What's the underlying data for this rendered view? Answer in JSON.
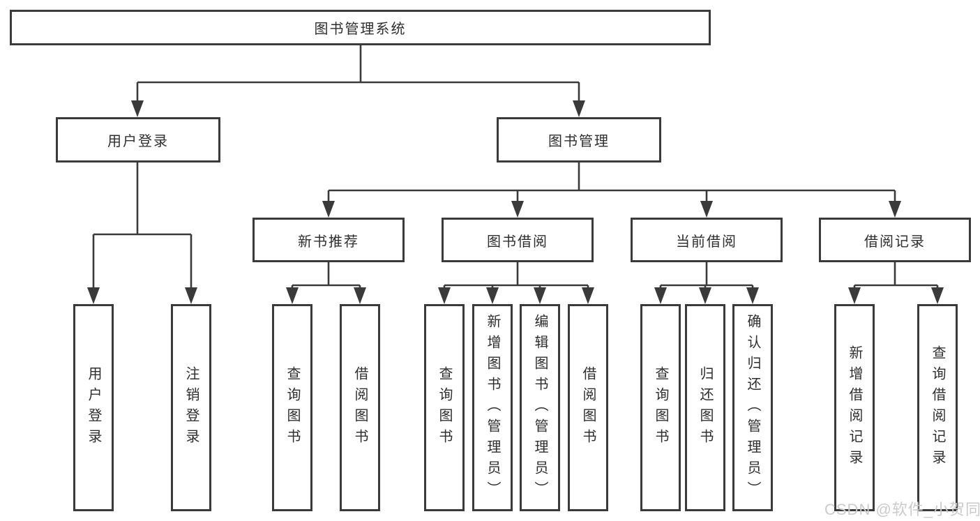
{
  "tree": {
    "root": "图书管理系统",
    "branches": [
      {
        "label": "用户登录",
        "children": [
          "用户登录",
          "注销登录"
        ]
      },
      {
        "label": "图书管理",
        "children": [
          {
            "label": "新书推荐",
            "children": [
              "查询图书",
              "借阅图书"
            ]
          },
          {
            "label": "图书借阅",
            "children": [
              "查询图书",
              "新增图书（管理员）",
              "编辑图书（管理员）",
              "借阅图书"
            ]
          },
          {
            "label": "当前借阅",
            "children": [
              "查询图书",
              "归还图书",
              "确认归还（管理员）"
            ]
          },
          {
            "label": "借阅记录",
            "children": [
              "新增借阅记录",
              "查询借阅记录"
            ]
          }
        ]
      }
    ]
  },
  "watermark": "CSDN @软件_小贺同学",
  "colors": {
    "line": "#3a3a3a",
    "ink": "#2e2e2e",
    "watermark": "#cbcbcb",
    "background": "#ffffff"
  }
}
